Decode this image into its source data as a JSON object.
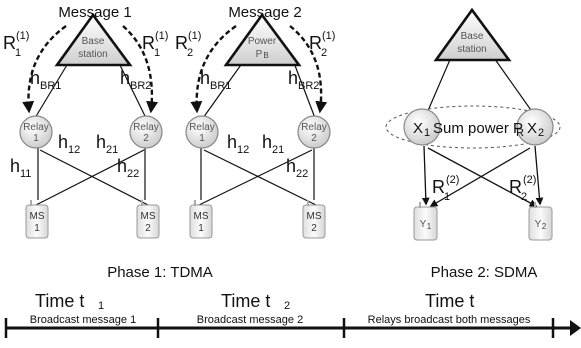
{
  "message1": "Message 1",
  "message2": "Message 2",
  "base_station": [
    "Base",
    "station"
  ],
  "power": [
    "Power",
    "P",
    "B"
  ],
  "r1": {
    "base": "R",
    "sub": "1",
    "sup": "(1)"
  },
  "r2": {
    "base": "R",
    "sub": "2",
    "sup": "(1)"
  },
  "h_br1": {
    "base": "h",
    "sub": "BR1"
  },
  "h_br2": {
    "base": "h",
    "sub": "BR2"
  },
  "relay1": [
    "Relay",
    "1"
  ],
  "relay2": [
    "Relay",
    "2"
  ],
  "h11": {
    "base": "h",
    "sub": "11"
  },
  "h12": {
    "base": "h",
    "sub": "12"
  },
  "h21": {
    "base": "h",
    "sub": "21"
  },
  "h22": {
    "base": "h",
    "sub": "22"
  },
  "ms1": [
    "MS",
    "1"
  ],
  "ms2": [
    "MS",
    "2"
  ],
  "phase1": "Phase 1: TDMA",
  "phase2": "Phase 2: SDMA",
  "phase2_diagram": {
    "x1": "X",
    "x1_sub": "1",
    "sum_power": "Sum power P",
    "sum_power_sub": "R",
    "x2": "X",
    "x2_sub": "2",
    "r1": {
      "base": "R",
      "sub": "1",
      "sup": "(2)"
    },
    "r2": {
      "base": "R",
      "sub": "2",
      "sup": "(2)"
    },
    "y1": "Y",
    "y1_sub": "1",
    "y2": "Y",
    "y2_sub": "2"
  },
  "timeline": {
    "t1_label": "Time t",
    "t1_sub": "1",
    "t1_caption": "Broadcast message 1",
    "t2_label": "Time t",
    "t2_sub": "2",
    "t2_caption": "Broadcast message 2",
    "t_label": "Time t",
    "t_caption": "Relays broadcast both messages"
  }
}
